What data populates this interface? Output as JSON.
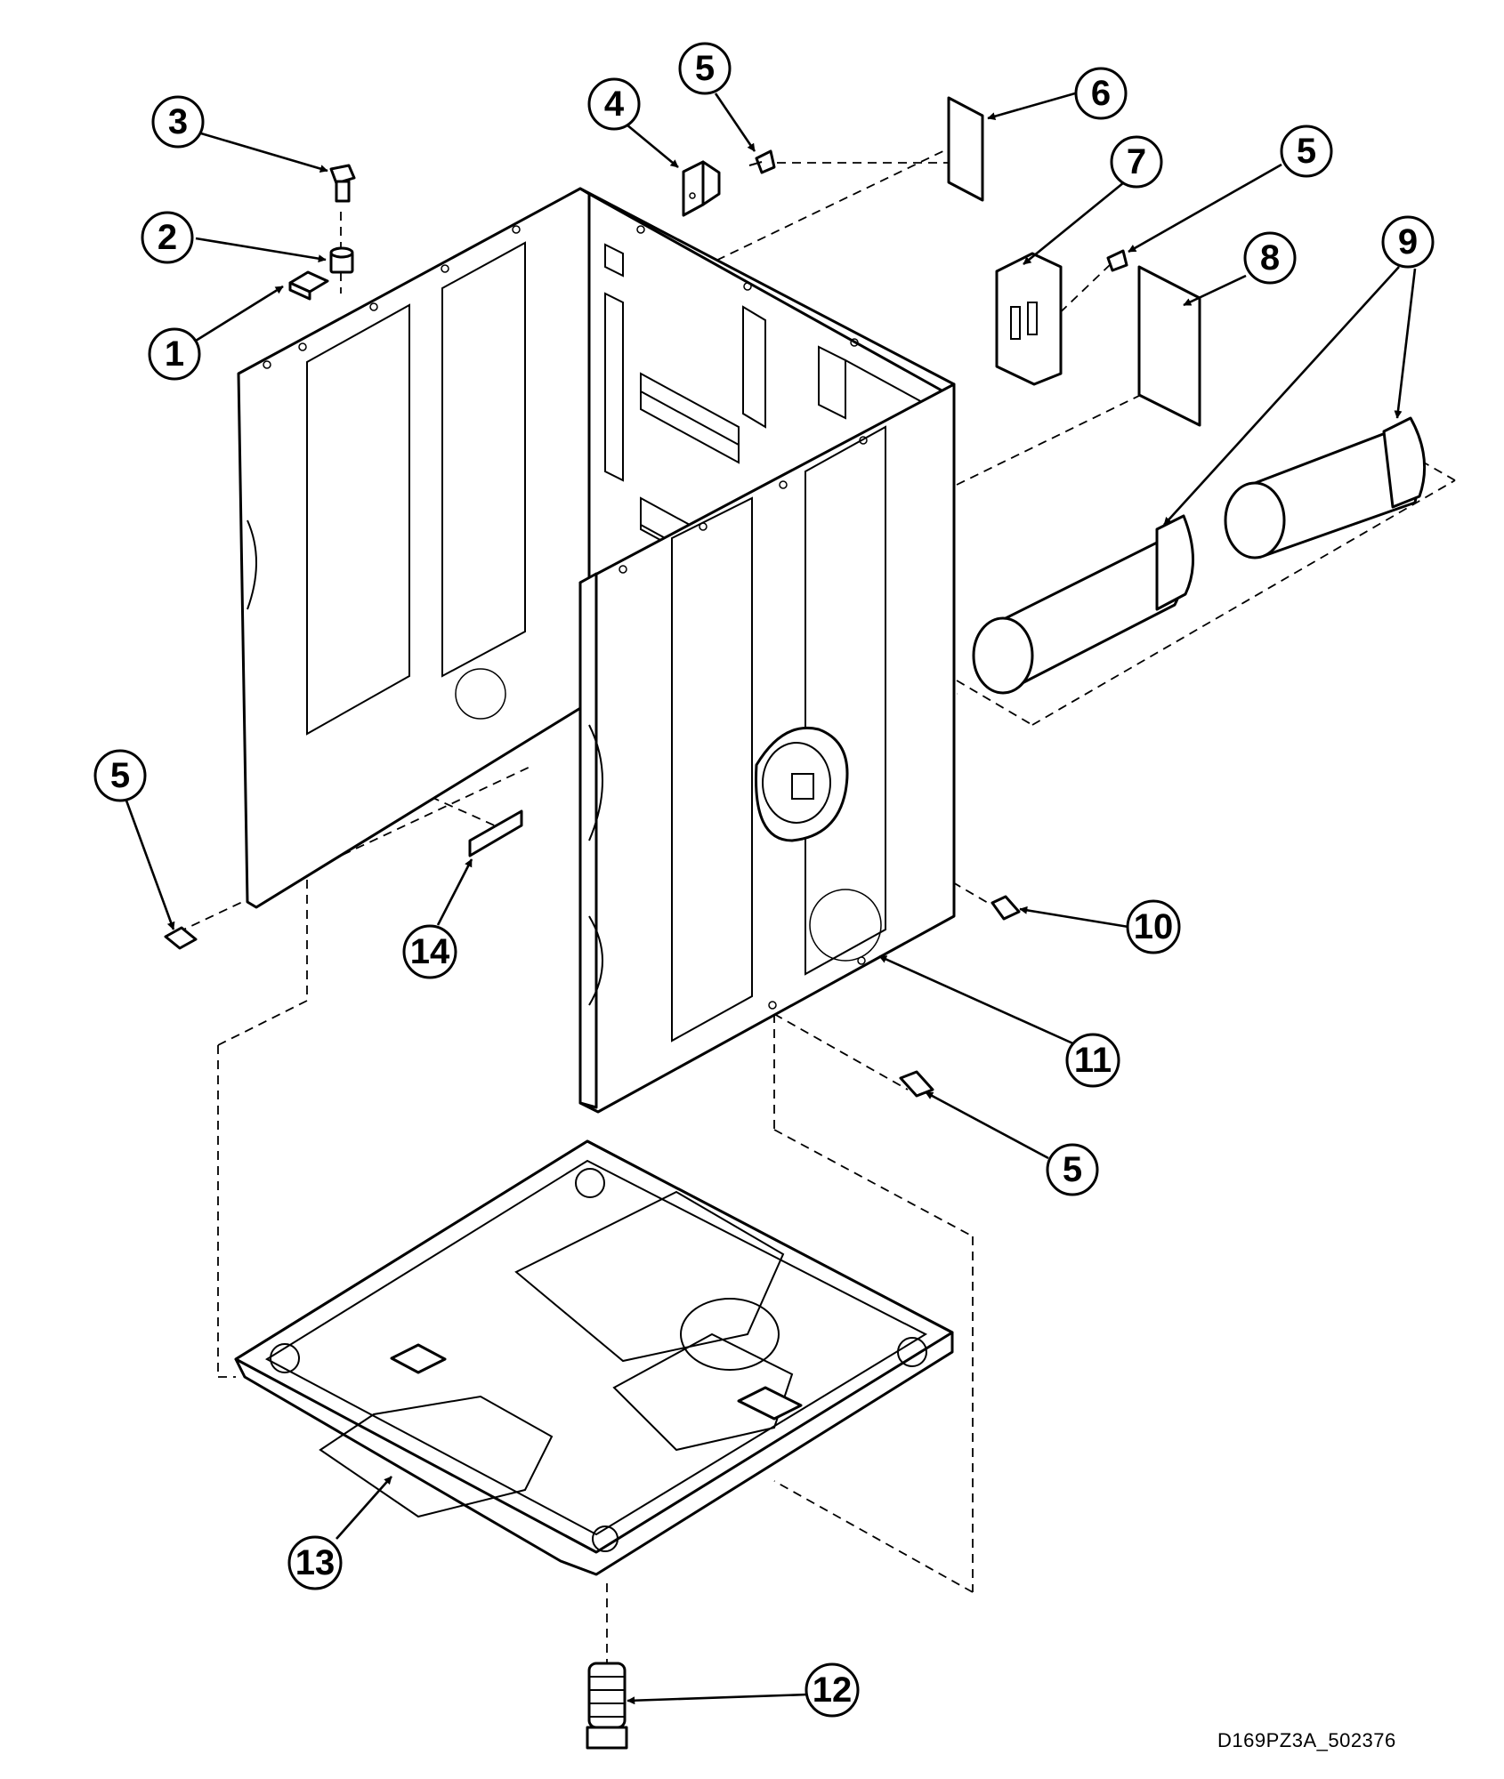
{
  "drawing_id": "D169PZ3A_502376",
  "callouts": [
    {
      "id": "c1",
      "label": "1"
    },
    {
      "id": "c2",
      "label": "2"
    },
    {
      "id": "c3",
      "label": "3"
    },
    {
      "id": "c4",
      "label": "4"
    },
    {
      "id": "c5a",
      "label": "5"
    },
    {
      "id": "c6",
      "label": "6"
    },
    {
      "id": "c7",
      "label": "7"
    },
    {
      "id": "c5b",
      "label": "5"
    },
    {
      "id": "c8",
      "label": "8"
    },
    {
      "id": "c9",
      "label": "9"
    },
    {
      "id": "c5c",
      "label": "5"
    },
    {
      "id": "c14",
      "label": "14"
    },
    {
      "id": "c10",
      "label": "10"
    },
    {
      "id": "c11",
      "label": "11"
    },
    {
      "id": "c5d",
      "label": "5"
    },
    {
      "id": "c13",
      "label": "13"
    },
    {
      "id": "c12",
      "label": "12"
    }
  ]
}
